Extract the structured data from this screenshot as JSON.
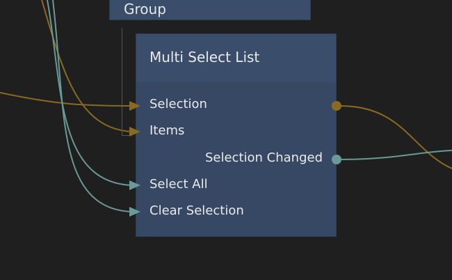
{
  "group_node": {
    "title": "Group"
  },
  "node": {
    "title": "Multi Select List",
    "inputs": [
      {
        "label": "Selection",
        "type": "signal"
      },
      {
        "label": "Items",
        "type": "signal"
      },
      {
        "label": "Select All",
        "type": "trigger"
      },
      {
        "label": "Clear Selection",
        "type": "trigger"
      }
    ],
    "outputs": [
      {
        "label": "Selection Changed",
        "type": "trigger"
      }
    ]
  },
  "colors": {
    "data_wire": "#8a6a20",
    "trigger_wire": "#6a9a98",
    "node_body": "#364863",
    "node_header": "#3a4d6b",
    "background": "#1f1f1f"
  }
}
